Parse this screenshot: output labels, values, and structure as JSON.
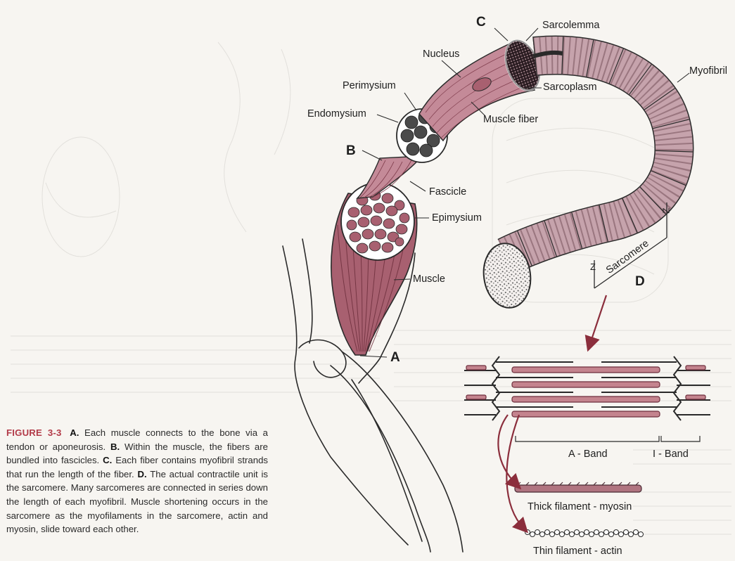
{
  "labels": {
    "c": "C",
    "sarcolemma": "Sarcolemma",
    "nucleus": "Nucleus",
    "myofibril": "Myofibril",
    "perimysium": "Perimysium",
    "sarcoplasm": "Sarcoplasm",
    "endomysium": "Endomysium",
    "muscle_fiber": "Muscle fiber",
    "b": "B",
    "fascicle": "Fascicle",
    "epimysium": "Epimysium",
    "muscle": "Muscle",
    "a": "A",
    "z1": "Z",
    "z2": "Z",
    "sarcomere": "Sarcomere",
    "d": "D",
    "a_band": "A - Band",
    "i_band": "I - Band",
    "thick_filament": "Thick filament - myosin",
    "thin_filament": "Thin filament - actin"
  },
  "caption": {
    "figure_label": "FIGURE 3-3",
    "a_label": "A.",
    "a_text": "Each muscle connects to the bone via a tendon or aponeurosis.",
    "b_label": "B.",
    "b_text": "Within the muscle, the fibers are bundled into fascicles.",
    "c_label": "C.",
    "c_text": "Each fiber contains myofibril strands that run the length of the fiber.",
    "d_label": "D.",
    "d_text": "The actual contractile unit is the sarcomere. Many sarcomeres are connected in series down the length of each myofibril. Muscle shortening occurs in the sarcomere as the myofilaments in the sarcomere, actin and myosin, slide toward each other."
  },
  "colors": {
    "muscle_fill": "#a86070",
    "muscle_dark": "#7a3646",
    "fiber_fill": "#c48a98",
    "arrow": "#8b2e3c",
    "ink": "#1e1e1e",
    "caption_red": "#b23a48"
  }
}
